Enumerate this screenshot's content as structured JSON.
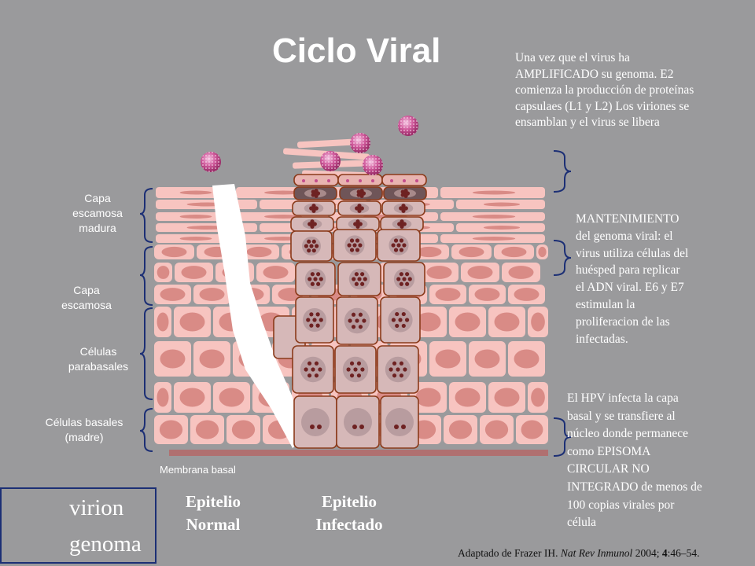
{
  "title": "Ciclo Viral",
  "notes": {
    "top_line_1": "Una vez que el virus ha",
    "top_line_2": "AMPLIFICADO  su genoma. E2",
    "top_line_3": "comienza la producción de proteínas",
    "top_line_4": "capsulaes (L1 y L2) Los viriones se",
    "top_line_5": "ensamblan y el virus se libera",
    "middle_line_1": "MANTENIMIENTO",
    "middle_line_2": "del genoma viral: el",
    "middle_line_3": "virus utiliza células del",
    "middle_line_4": "huésped para replicar",
    "middle_line_5": "el ADN viral. E6 y E7",
    "middle_line_6": "estimulan la",
    "middle_line_7": "proliferacion de las",
    "middle_line_8": "infectadas.",
    "bottom_line_1": "El HPV infecta la capa",
    "bottom_line_2": "basal  y se transfiere al",
    "bottom_line_3": "núcleo donde permanece",
    "bottom_line_4": "como EPISOMA",
    "bottom_line_5": "CIRCULAR  NO",
    "bottom_line_6": "INTEGRADO   de menos de",
    "bottom_line_7": "100 copias virales por",
    "bottom_line_8": "célula"
  },
  "layers": {
    "mature_line_1": "Capa",
    "mature_line_2": "escamosa",
    "mature_line_3": "madura",
    "squamous_line_1": "Capa",
    "squamous_line_2": "escamosa",
    "parabasal_line_1": "Células",
    "parabasal_line_2": "parabasales",
    "basal_line_1": "Células basales",
    "basal_line_2": "(madre)"
  },
  "membrane_label": "Membrana basal",
  "epithelium": {
    "normal_line_1": "Epitelio",
    "normal_line_2": "Normal",
    "infected_line_1": "Epitelio",
    "infected_line_2": "Infectado"
  },
  "legend": {
    "virion": "virion",
    "genome": "genoma"
  },
  "citation": {
    "prefix": "Adaptado de Frazer IH. ",
    "journal": "Nat Rev Inmunol",
    "suffix_year": " 2004; ",
    "volume": "4",
    "pages": ":46–54."
  },
  "colors": {
    "background": "#9a9a9c",
    "cell": "#f7c4c0",
    "nucleus": "#d98b86",
    "infected_cell": "#d6b8b8",
    "cell_border": "#8a3a1a",
    "genome": "#6e2222",
    "membrane": "#b07070",
    "bracket": "#1c2f75",
    "virion": "#c44d8c"
  }
}
